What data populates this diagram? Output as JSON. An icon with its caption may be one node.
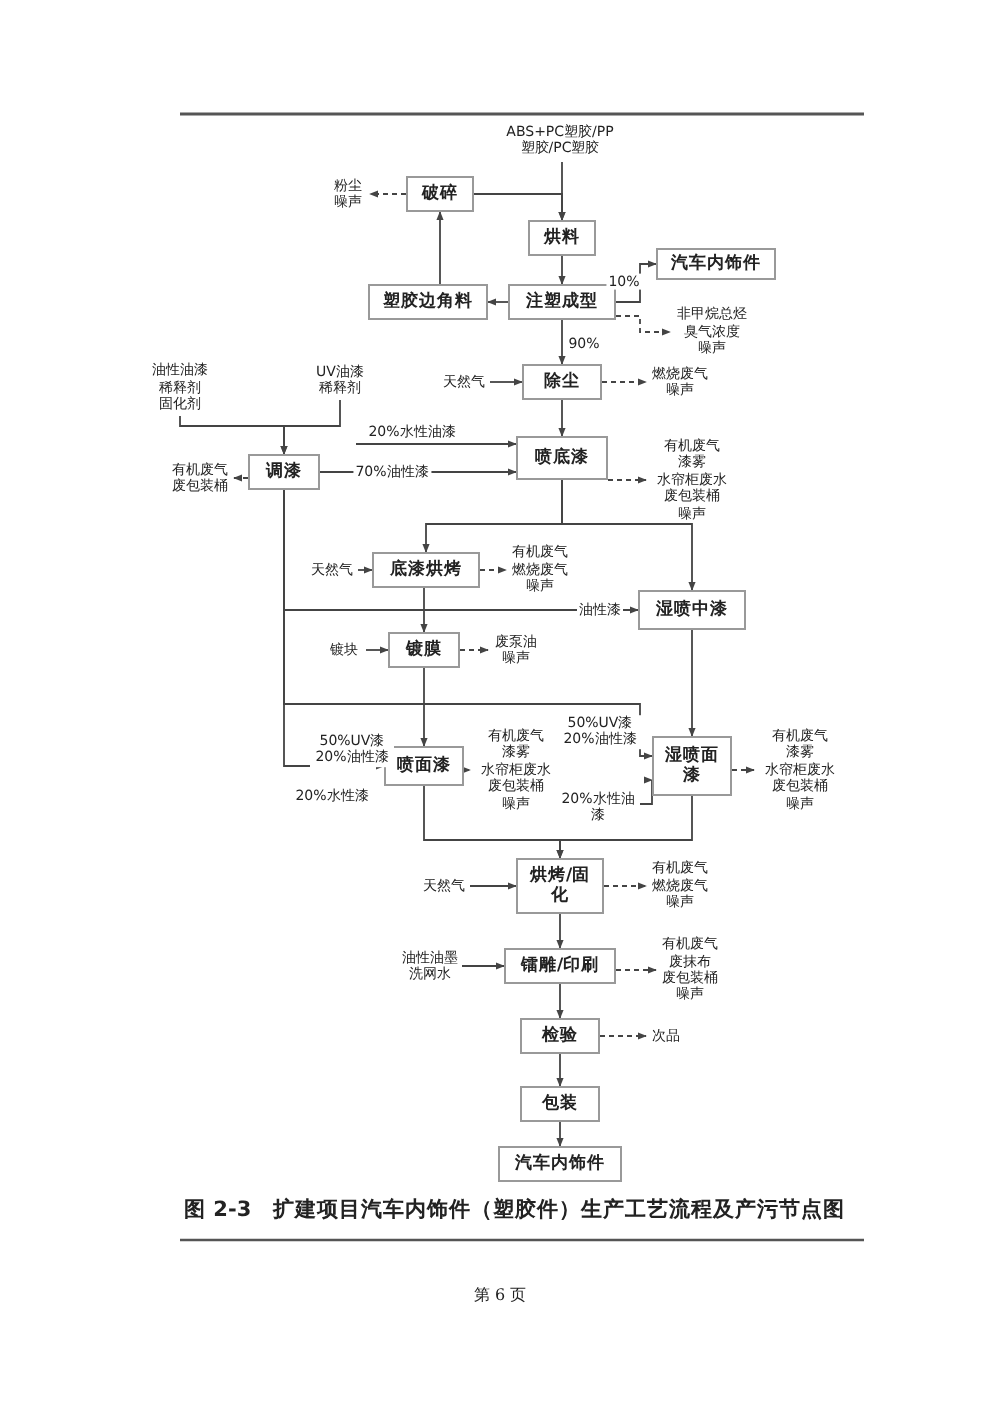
{
  "diagram": {
    "caption": "图 2-3　扩建项目汽车内饰件（塑胶件）生产工艺流程及产污节点图",
    "nodes": [
      {
        "text": [
          "ABS+PC塑胶/PP塑胶/PC塑胶"
        ]
      },
      {
        "text": [
          "破碎"
        ]
      },
      {
        "text": [
          "粉尘",
          "噪声"
        ]
      },
      {
        "text": [
          "烘料"
        ]
      },
      {
        "text": [
          "塑胶边角料"
        ]
      },
      {
        "text": [
          "注塑成型"
        ]
      },
      {
        "text": [
          "汽车内饰件"
        ]
      },
      {
        "text": [
          "非甲烷总烃",
          "臭气浓度",
          "噪声"
        ]
      },
      {
        "text": [
          "油性油漆",
          "稀释剂",
          "固化剂"
        ]
      },
      {
        "text": [
          "UV油漆",
          "稀释剂"
        ]
      },
      {
        "text": [
          "天然气"
        ]
      },
      {
        "text": [
          "除尘"
        ]
      },
      {
        "text": [
          "燃烧废气",
          "噪声"
        ]
      },
      {
        "text": [
          "调漆"
        ]
      },
      {
        "text": [
          "有机废气",
          "废包装桶"
        ]
      },
      {
        "text": [
          "喷底漆"
        ]
      },
      {
        "text": [
          "有机废气",
          "漆雾",
          "水帘柜废水",
          "废包装桶",
          "噪声"
        ]
      },
      {
        "text": [
          "天然气"
        ]
      },
      {
        "text": [
          "底漆烘烤"
        ]
      },
      {
        "text": [
          "有机废气",
          "燃烧废气",
          "噪声"
        ]
      },
      {
        "text": [
          "湿喷中漆"
        ]
      },
      {
        "text": [
          "镀块"
        ]
      },
      {
        "text": [
          "镀膜"
        ]
      },
      {
        "text": [
          "废泵油",
          "噪声"
        ]
      },
      {
        "text": [
          "喷面漆"
        ]
      },
      {
        "text": [
          "有机废气",
          "漆雾",
          "水帘柜废水",
          "废包装桶",
          "噪声"
        ]
      },
      {
        "text": [
          "湿喷面漆"
        ]
      },
      {
        "text": [
          "有机废气",
          "漆雾",
          "水帘柜废水",
          "废包装桶",
          "噪声"
        ]
      },
      {
        "text": [
          "天然气"
        ]
      },
      {
        "text": [
          "烘烤/固化"
        ]
      },
      {
        "text": [
          "有机废气",
          "燃烧废气",
          "噪声"
        ]
      },
      {
        "text": [
          "油性油墨",
          "洗网水"
        ]
      },
      {
        "text": [
          "镭雕/印刷"
        ]
      },
      {
        "text": [
          "有机废气",
          "废抹布",
          "废包装桶",
          "噪声"
        ]
      },
      {
        "text": [
          "检验"
        ]
      },
      {
        "text": [
          "次品"
        ]
      },
      {
        "text": [
          "包装"
        ]
      },
      {
        "text": [
          "汽车内饰件"
        ]
      }
    ],
    "edges": [
      {
        "from": 0,
        "to": 3,
        "arrow": "to"
      },
      {
        "from": 1,
        "to": 3,
        "arrow": "to"
      },
      {
        "from": 1,
        "to": 2,
        "arrow": "to",
        "style": "dashed"
      },
      {
        "from": 3,
        "to": 5,
        "arrow": "to"
      },
      {
        "from": 5,
        "to": 6,
        "arrow": "to",
        "label": "10%"
      },
      {
        "from": 5,
        "to": 7,
        "arrow": "to",
        "style": "dashed"
      },
      {
        "from": 5,
        "to": 4,
        "arrow": "to"
      },
      {
        "from": 4,
        "to": 1,
        "arrow": "to"
      },
      {
        "from": 5,
        "to": 11,
        "arrow": "to",
        "label": "90%"
      },
      {
        "from": 10,
        "to": 11,
        "arrow": "to"
      },
      {
        "from": 11,
        "to": 12,
        "arrow": "to",
        "style": "dashed"
      },
      {
        "from": 11,
        "to": 15,
        "arrow": "to"
      },
      {
        "from": 8,
        "to": 13,
        "arrow": "to"
      },
      {
        "from": 9,
        "to": 13,
        "arrow": "to"
      },
      {
        "from": 13,
        "to": 14,
        "arrow": "to",
        "style": "dashed"
      },
      {
        "from": 13,
        "to": 15,
        "arrow": "to",
        "label": "70%油性漆"
      },
      {
        "from": null,
        "to": 15,
        "arrow": "to",
        "label": "20%水性油漆"
      },
      {
        "from": 15,
        "to": 16,
        "arrow": "to",
        "style": "dashed"
      },
      {
        "from": 15,
        "to": 18,
        "arrow": "to"
      },
      {
        "from": 15,
        "to": 20,
        "arrow": "to"
      },
      {
        "from": 17,
        "to": 18,
        "arrow": "to"
      },
      {
        "from": 18,
        "to": 19,
        "arrow": "to",
        "style": "dashed"
      },
      {
        "from": 13,
        "to": 20,
        "arrow": "to",
        "label": "油性漆"
      },
      {
        "from": 18,
        "to": 22,
        "arrow": "to"
      },
      {
        "from": 21,
        "to": 22,
        "arrow": "to"
      },
      {
        "from": 22,
        "to": 23,
        "arrow": "to",
        "style": "dashed"
      },
      {
        "from": 22,
        "to": 24,
        "arrow": "to"
      },
      {
        "from": 13,
        "to": 24,
        "arrow": "to",
        "label": "50%UV漆 20%油性漆"
      },
      {
        "from": 24,
        "to": 25,
        "arrow": "to",
        "style": "dashed"
      },
      {
        "from": 13,
        "to": 26,
        "arrow": "to",
        "label": "50%UV漆 20%油性漆"
      },
      {
        "from": null,
        "to": 26,
        "arrow": "to",
        "label": "20%水性油漆"
      },
      {
        "from": 20,
        "to": 26,
        "arrow": "to"
      },
      {
        "from": 26,
        "to": 27,
        "arrow": "to",
        "style": "dashed"
      },
      {
        "from": 24,
        "to": 29,
        "arrow": "to"
      },
      {
        "from": 26,
        "to": 29,
        "arrow": "to"
      },
      {
        "from": 28,
        "to": 29,
        "arrow": "to"
      },
      {
        "from": 29,
        "to": 30,
        "arrow": "to",
        "style": "dashed"
      },
      {
        "from": 29,
        "to": 32,
        "arrow": "to"
      },
      {
        "from": 31,
        "to": 32,
        "arrow": "to"
      },
      {
        "from": 32,
        "to": 33,
        "arrow": "to",
        "style": "dashed"
      },
      {
        "from": 32,
        "to": 34,
        "arrow": "to"
      },
      {
        "from": 34,
        "to": 35,
        "arrow": "to",
        "style": "dashed"
      },
      {
        "from": 34,
        "to": 36,
        "arrow": "to"
      },
      {
        "from": 36,
        "to": 37,
        "arrow": "to"
      }
    ],
    "labels": [
      "20%水性漆",
      "第 6 页"
    ]
  }
}
